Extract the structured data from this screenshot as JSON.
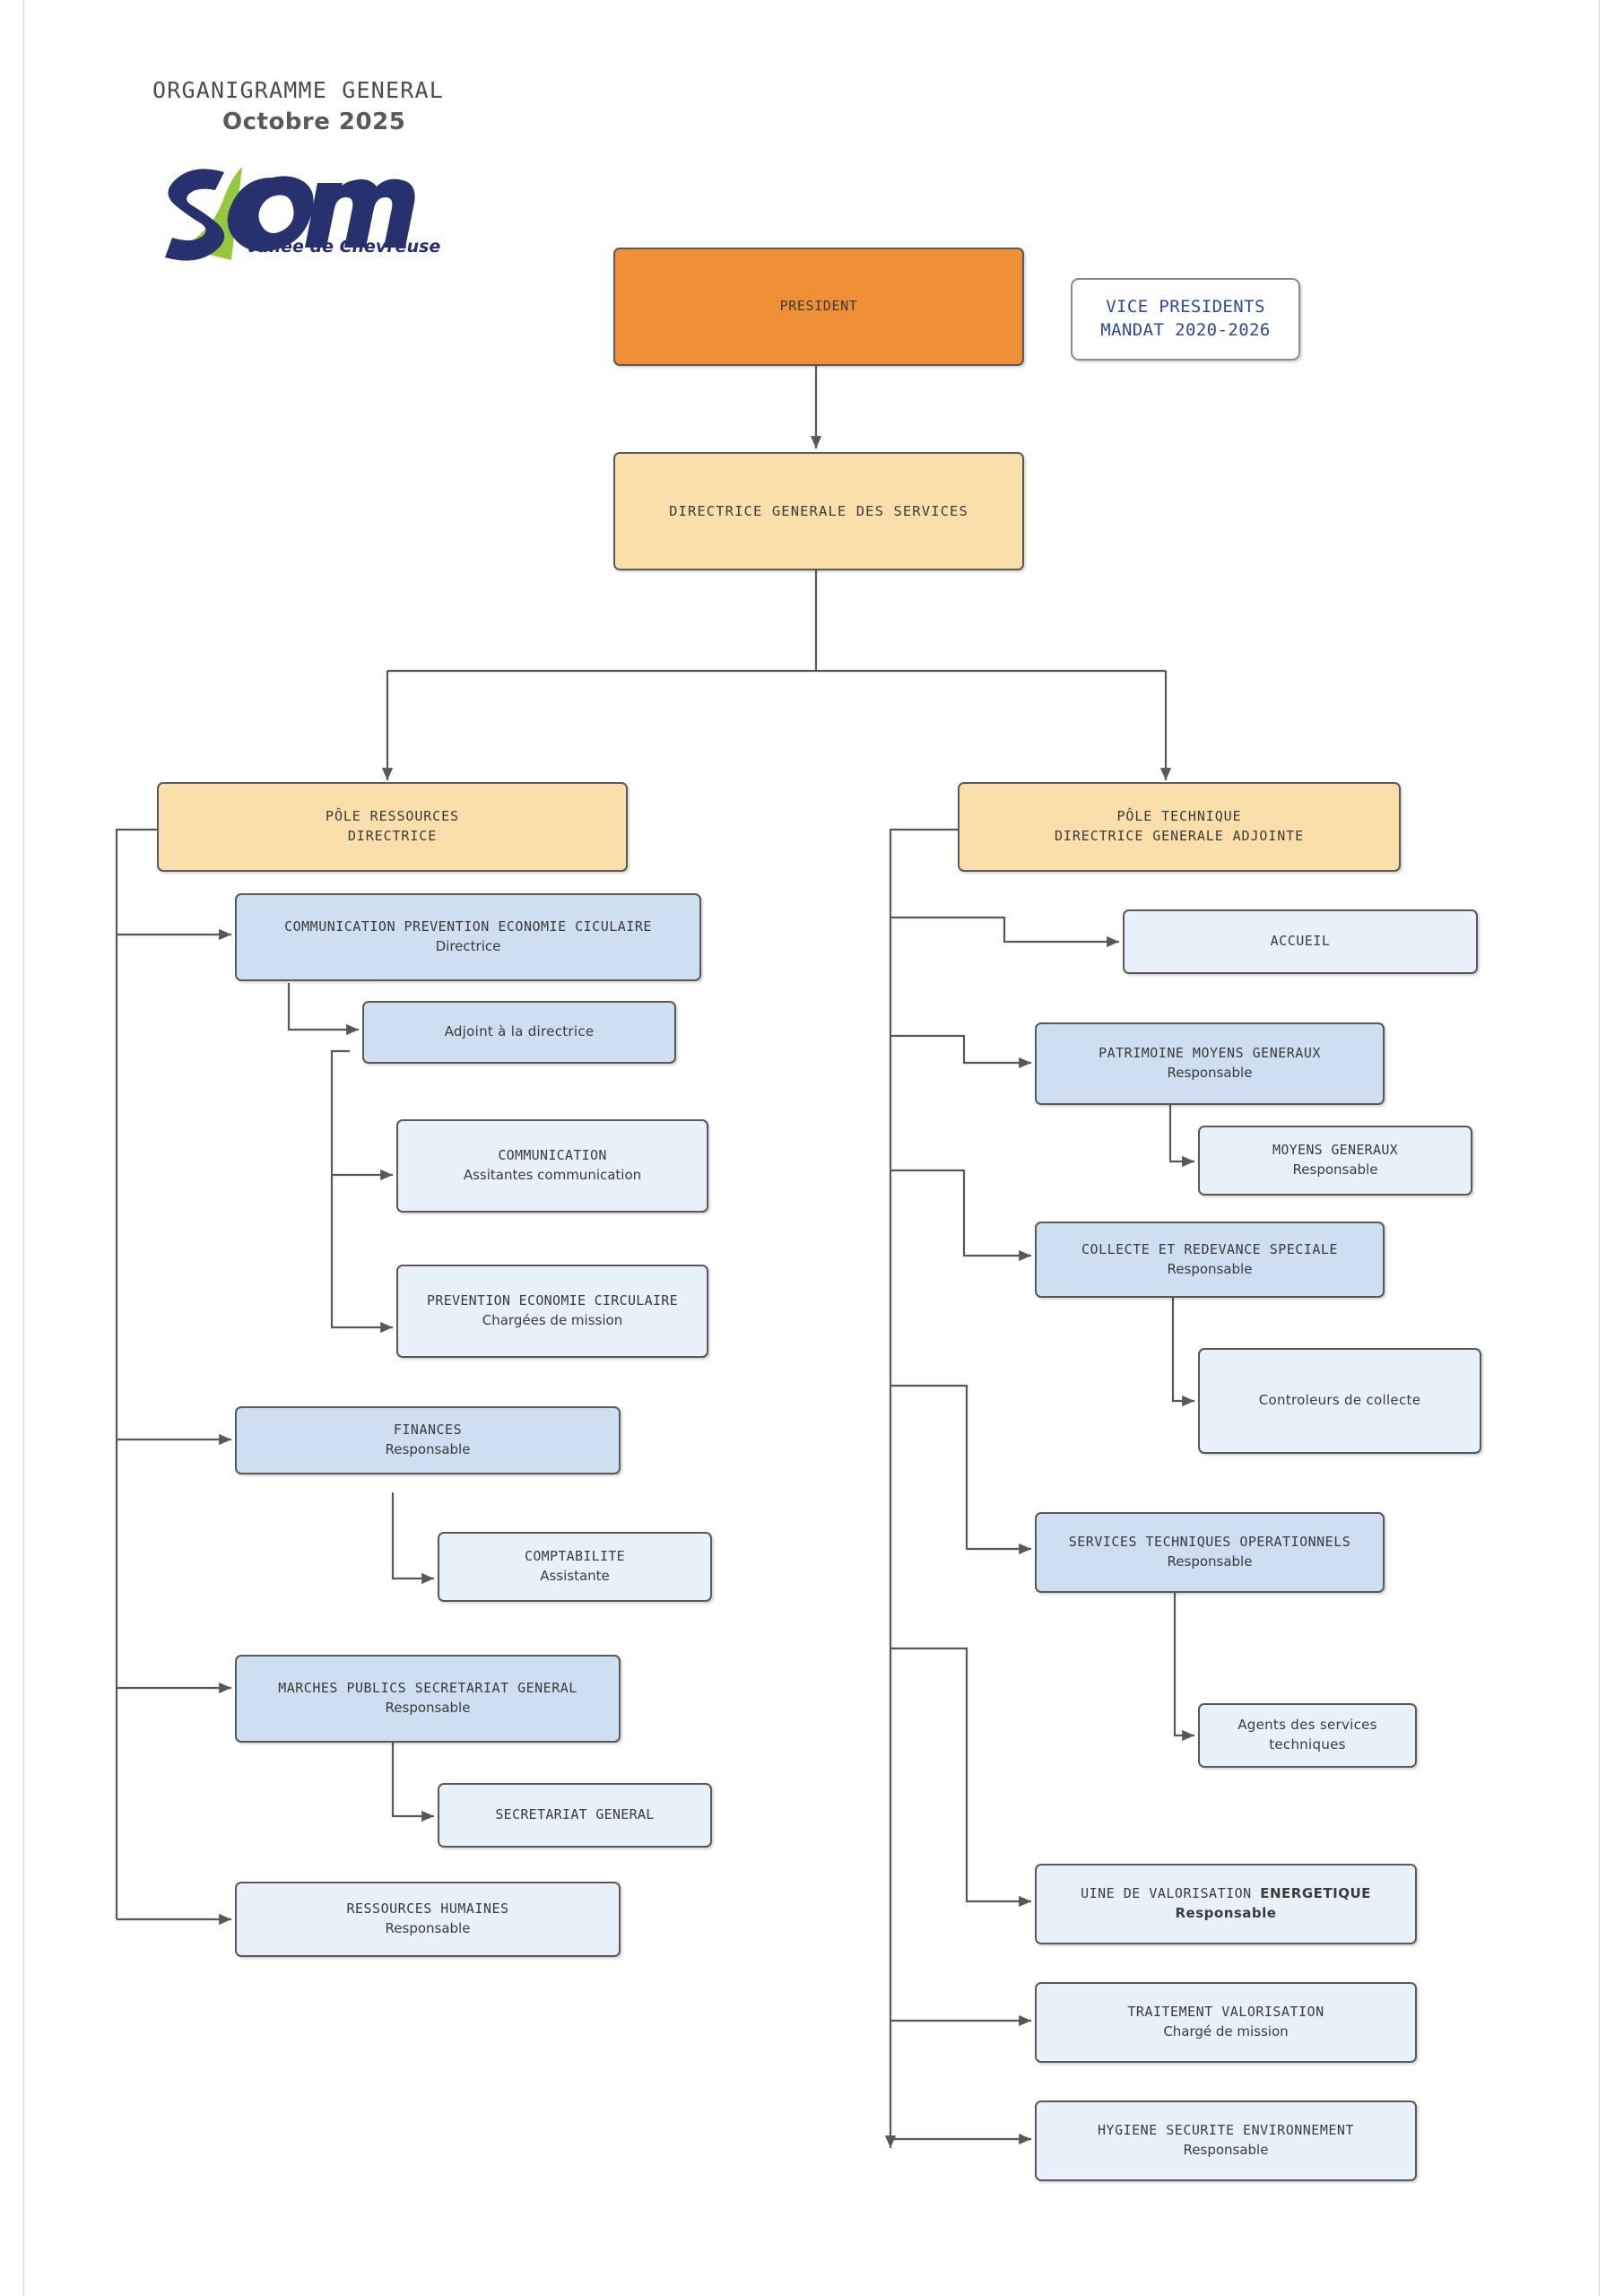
{
  "header": {
    "title": "ORGANIGRAMME GENERAL",
    "date": "Octobre 2025",
    "logo_word": "om",
    "logo_letter": "s",
    "logo_tagline": "Vallée de Chevreuse"
  },
  "colors": {
    "president_fill": "#ef9037",
    "pole_fill": "#fadfab",
    "dept_fill": "#cddff0",
    "sub_fill": "#e8f1f9",
    "vice_president_fill": "#ffffff",
    "vice_president_text": "#2e4b8f",
    "border": "#595959",
    "connector": "#585858",
    "title_text": "#4d4d4d"
  },
  "nodes": {
    "president": {
      "title": "PRESIDENT",
      "subtitle": ""
    },
    "vice_presidents": {
      "title": "VICE PRESIDENTS",
      "subtitle": "MANDAT 2020-2026"
    },
    "dgs": {
      "title": "DIRECTRICE GENERALE DES SERVICES",
      "subtitle": ""
    },
    "pole_ressources": {
      "title": "PÔLE RESSOURCES",
      "subtitle": "DIRECTRICE"
    },
    "pole_technique": {
      "title": "PÔLE TECHNIQUE",
      "subtitle": "DIRECTRICE GENERALE ADJOINTE"
    },
    "communication_prevention": {
      "title": "COMMUNICATION PREVENTION ECONOMIE CICULAIRE",
      "subtitle": "Directrice"
    },
    "adjoint_directrice": {
      "title": "Adjoint à la directrice",
      "subtitle": ""
    },
    "communication": {
      "title": "COMMUNICATION",
      "subtitle": "Assitantes communication"
    },
    "prevention_economie": {
      "title": "PREVENTION ECONOMIE CIRCULAIRE",
      "subtitle": "Chargées de  mission"
    },
    "finances": {
      "title": "FINANCES",
      "subtitle": "Responsable"
    },
    "comptabilite": {
      "title": "COMPTABILITE",
      "subtitle": "Assistante"
    },
    "marches_publics": {
      "title": "MARCHES PUBLICS SECRETARIAT GENERAL",
      "subtitle": "Responsable"
    },
    "secretariat_general": {
      "title": "SECRETARIAT GENERAL",
      "subtitle": ""
    },
    "ressources_humaines": {
      "title": "RESSOURCES HUMAINES",
      "subtitle": "Responsable"
    },
    "accueil": {
      "title": "ACCUEIL",
      "subtitle": ""
    },
    "patrimoine": {
      "title": "PATRIMOINE MOYENS GENERAUX",
      "subtitle": "Responsable"
    },
    "moyens_generaux": {
      "title": "MOYENS GENERAUX",
      "subtitle": "Responsable"
    },
    "collecte": {
      "title": "COLLECTE ET REDEVANCE SPECIALE",
      "subtitle": "Responsable"
    },
    "controleurs": {
      "title": "Controleurs de collecte",
      "subtitle": ""
    },
    "services_techniques": {
      "title": "SERVICES TECHNIQUES OPERATIONNELS",
      "subtitle": "Responsable"
    },
    "agents_techniques": {
      "title": "Agents des services",
      "subtitle": "techniques"
    },
    "uine": {
      "title_plain": "UINE DE VALORISATION ",
      "title_bold": "ENERGETIQUE",
      "subtitle": "Responsable"
    },
    "traitement": {
      "title": "TRAITEMENT VALORISATION",
      "subtitle": "Chargé de mission"
    },
    "hygiene": {
      "title": "HYGIENE SECURITE ENVIRONNEMENT",
      "subtitle": "Responsable"
    }
  }
}
